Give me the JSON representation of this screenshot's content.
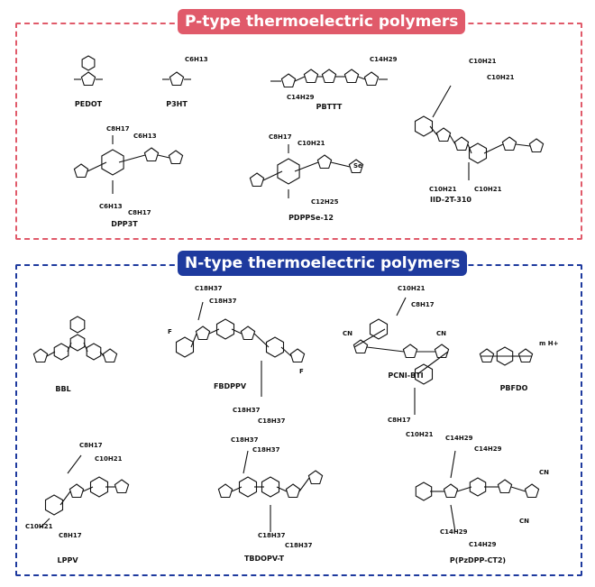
{
  "p_type": {
    "title": "P-type thermoelectric polymers",
    "accent": "#e05a6a",
    "polymers": [
      "PEDOT",
      "P3HT",
      "PBTTT",
      "DPP3T",
      "PDPPSe-12",
      "IID-2T-310"
    ],
    "substituents": {
      "p3ht": "C6H13",
      "pbttt_a": "C14H29",
      "pbttt_b": "C14H29",
      "dpp3t_a": "C8H17",
      "dpp3t_b": "C6H13",
      "dpp3t_c": "C6H13",
      "dpp3t_d": "C8H17",
      "pdppse_a": "C8H17",
      "pdppse_b": "C10H21",
      "pdppse_c": "C12H25",
      "pdppse_se": "Se",
      "iid_a": "C10H21",
      "iid_b": "C10H21",
      "iid_c": "C10H21",
      "iid_d": "C10H21"
    }
  },
  "n_type": {
    "title": "N-type thermoelectric polymers",
    "accent": "#1e3a9e",
    "polymers": [
      "BBL",
      "FBDPPV",
      "PCNI-BTI",
      "PBFDO",
      "LPPV",
      "TBDOPV-T",
      "P(PzDPP-CT2)"
    ],
    "substituents": {
      "fb_a": "C18H37",
      "fb_b": "C18H37",
      "fb_c": "C18H37",
      "fb_d": "C18H37",
      "fb_f1": "F",
      "fb_f2": "F",
      "pc_a": "C10H21",
      "pc_b": "C8H17",
      "pc_cn1": "CN",
      "pc_cn2": "CN",
      "pc_c": "C8H17",
      "pc_d": "C10H21",
      "pbfdo_m": "m H+",
      "lp_a": "C8H17",
      "lp_b": "C10H21",
      "lp_c": "C10H21",
      "lp_d": "C8H17",
      "tb_a": "C18H37",
      "tb_b": "C18H37",
      "tb_c": "C18H37",
      "tb_d": "C18H37",
      "pz_a": "C14H29",
      "pz_b": "C14H29",
      "pz_c": "C14H29",
      "pz_d": "C14H29",
      "pz_cn1": "CN",
      "pz_cn2": "CN"
    }
  }
}
